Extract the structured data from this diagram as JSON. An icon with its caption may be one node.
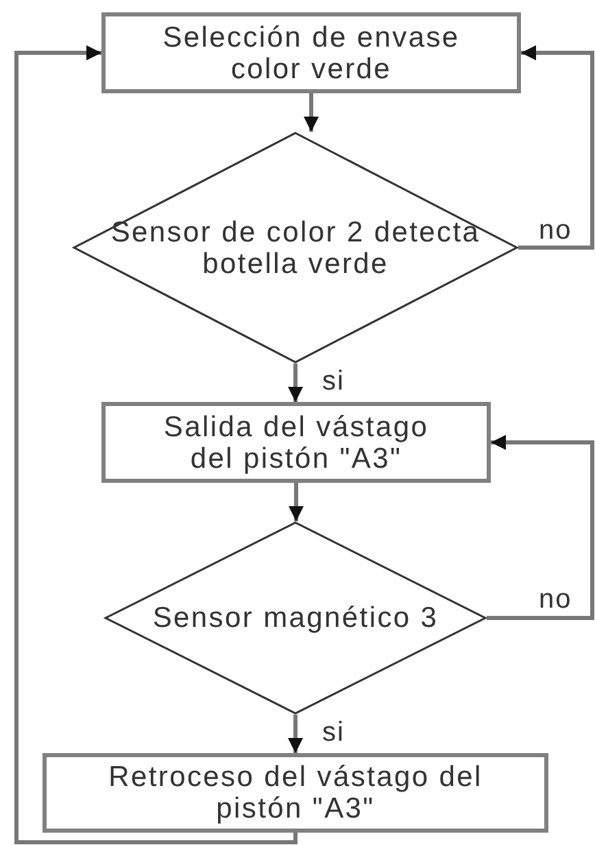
{
  "diagram": {
    "nodes": [
      {
        "text": [
          "Selección de envase color verde"
        ]
      },
      {
        "text": [
          "Sensor de color 2 detecta botella verde"
        ]
      },
      {
        "text": [
          "Salida del vástago del pistón \"A3\""
        ]
      },
      {
        "text": [
          "Sensor magnético 3"
        ]
      },
      {
        "text": [
          "Retroceso del vástago del pistón \"A3\""
        ]
      }
    ],
    "edges": [
      {
        "from": 0,
        "to": 1,
        "arrow": "to"
      },
      {
        "from": 1,
        "to": 0,
        "label": "no",
        "arrow": "to"
      },
      {
        "from": 1,
        "to": 2,
        "label": "si",
        "arrow": "to"
      },
      {
        "from": 2,
        "to": 3,
        "arrow": "to"
      },
      {
        "from": 3,
        "to": 2,
        "label": "no",
        "arrow": "to"
      },
      {
        "from": 3,
        "to": 4,
        "label": "si",
        "arrow": "to"
      },
      {
        "from": 4,
        "to": 0,
        "arrow": "to"
      }
    ]
  }
}
